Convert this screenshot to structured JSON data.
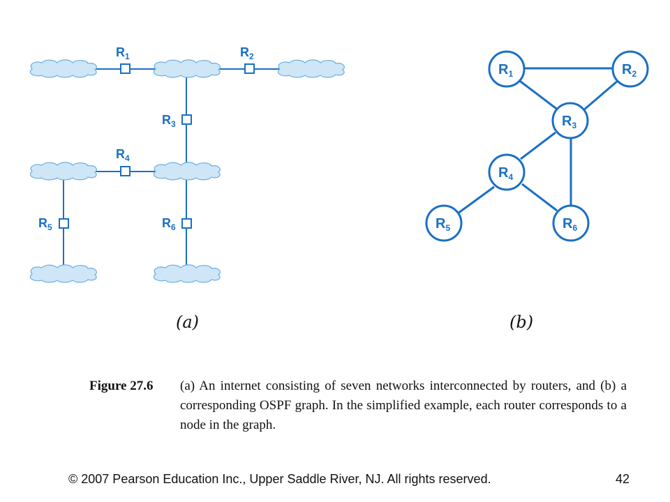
{
  "panel_a": {
    "label": "(a)",
    "routers": [
      {
        "id": "R1",
        "main": "R",
        "sub": "1"
      },
      {
        "id": "R2",
        "main": "R",
        "sub": "2"
      },
      {
        "id": "R3",
        "main": "R",
        "sub": "3"
      },
      {
        "id": "R4",
        "main": "R",
        "sub": "4"
      },
      {
        "id": "R5",
        "main": "R",
        "sub": "5"
      },
      {
        "id": "R6",
        "main": "R",
        "sub": "6"
      }
    ]
  },
  "panel_b": {
    "label": "(b)",
    "nodes": [
      {
        "id": "R1",
        "main": "R",
        "sub": "1"
      },
      {
        "id": "R2",
        "main": "R",
        "sub": "2"
      },
      {
        "id": "R3",
        "main": "R",
        "sub": "3"
      },
      {
        "id": "R4",
        "main": "R",
        "sub": "4"
      },
      {
        "id": "R5",
        "main": "R",
        "sub": "5"
      },
      {
        "id": "R6",
        "main": "R",
        "sub": "6"
      }
    ],
    "edges": [
      [
        "R1",
        "R2"
      ],
      [
        "R1",
        "R3"
      ],
      [
        "R2",
        "R3"
      ],
      [
        "R3",
        "R4"
      ],
      [
        "R3",
        "R6"
      ],
      [
        "R4",
        "R5"
      ],
      [
        "R4",
        "R6"
      ]
    ]
  },
  "caption": {
    "figure": "Figure 27.6",
    "text": "(a) An internet consisting of seven networks interconnected by routers, and (b) a corresponding OSPF graph. In the simplified example, each router corresponds to a node in the graph."
  },
  "footer": {
    "copyright": "© 2007 Pearson Education Inc., Upper Saddle River, NJ. All rights reserved.",
    "page": "42"
  },
  "colors": {
    "accent": "#1a6fc4",
    "cloud_fill": "#cfe6f7",
    "cloud_stroke": "#6aaee0"
  }
}
